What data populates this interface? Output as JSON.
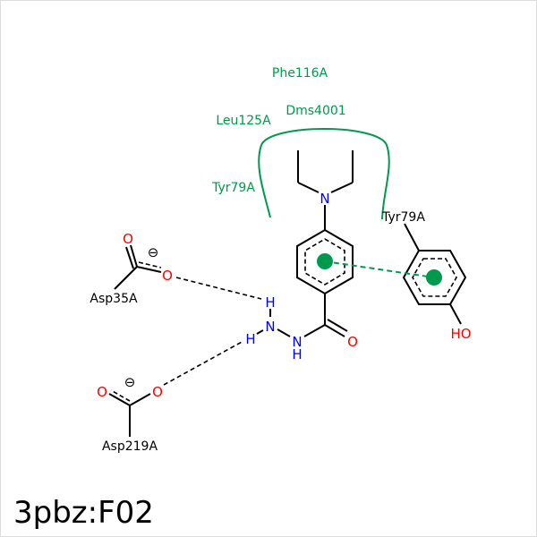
{
  "title": "3pbz:F02",
  "colors": {
    "residue_green": "#009a4e",
    "oxygen": "#ff0000",
    "nitrogen": "#0000ff",
    "bond": "#000000"
  },
  "residues": {
    "phe116": "Phe116A",
    "leu125": "Leu125A",
    "dms4001": "Dms4001",
    "tyr79_hydrophobic": "Tyr79A",
    "tyr79_pi": "Tyr79A",
    "asp35": "Asp35A",
    "asp219": "Asp219A"
  },
  "atoms": {
    "n_amine": "N",
    "o_carbonyl": "O",
    "n_amide": "N",
    "h_amide": "H",
    "n_hydrazine": "N",
    "h_top": "H",
    "h_left": "H",
    "tyr_oh": "HO",
    "asp35_o1": "O",
    "asp35_o2": "O",
    "asp35_charge": "⊖",
    "asp219_o1": "O",
    "asp219_o2": "O",
    "asp219_charge": "⊖"
  }
}
